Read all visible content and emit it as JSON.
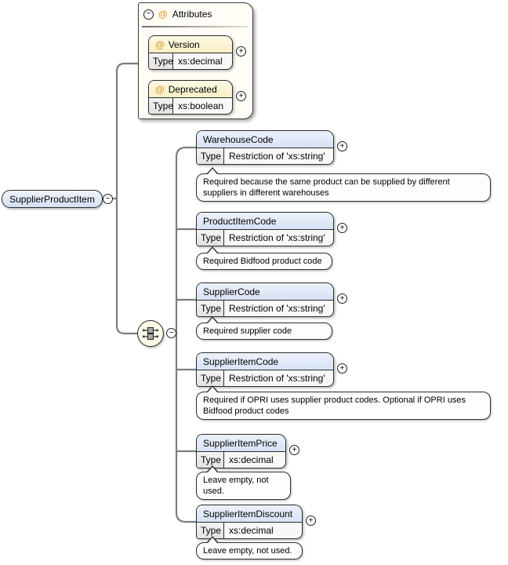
{
  "root_element": {
    "name": "SupplierProductItem"
  },
  "attributes_panel": {
    "at_icon": "@",
    "title": "Attributes",
    "attributes": [
      {
        "at_icon": "@",
        "name": "Version",
        "type_label": "Type",
        "type_value": "xs:decimal"
      },
      {
        "at_icon": "@",
        "name": "Deprecated",
        "type_label": "Type",
        "type_value": "xs:boolean"
      }
    ]
  },
  "compositor": {
    "kind": "sequence"
  },
  "elements": [
    {
      "name": "WarehouseCode",
      "type_label": "Type",
      "type_value": "Restriction of 'xs:string'",
      "annotation": "Required because the same product can be supplied by different suppliers in different warehouses"
    },
    {
      "name": "ProductItemCode",
      "type_label": "Type",
      "type_value": "Restriction of 'xs:string'",
      "annotation": "Required Bidfood product code"
    },
    {
      "name": "SupplierCode",
      "type_label": "Type",
      "type_value": "Restriction of 'xs:string'",
      "annotation": "Required supplier code"
    },
    {
      "name": "SupplierItemCode",
      "type_label": "Type",
      "type_value": "Restriction of 'xs:string'",
      "annotation": "Required if OPRI uses supplier product codes. Optional if OPRI uses Bidfood product codes"
    },
    {
      "name": "SupplierItemPrice",
      "type_label": "Type",
      "type_value": "xs:decimal",
      "annotation": "Leave empty, not used."
    },
    {
      "name": "SupplierItemDiscount",
      "type_label": "Type",
      "type_value": "xs:decimal",
      "annotation": "Leave empty, not used."
    }
  ],
  "glyphs": {
    "collapse": "−",
    "expand": "+"
  },
  "colors": {
    "element_header": "#d9e4f6",
    "attribute_header": "#fbf2cd",
    "annotation_bg": "#fdfdfd",
    "compositor_bg": "#fbfae7",
    "connector": "#7d7d7d",
    "at_symbol": "#df9a2e"
  }
}
